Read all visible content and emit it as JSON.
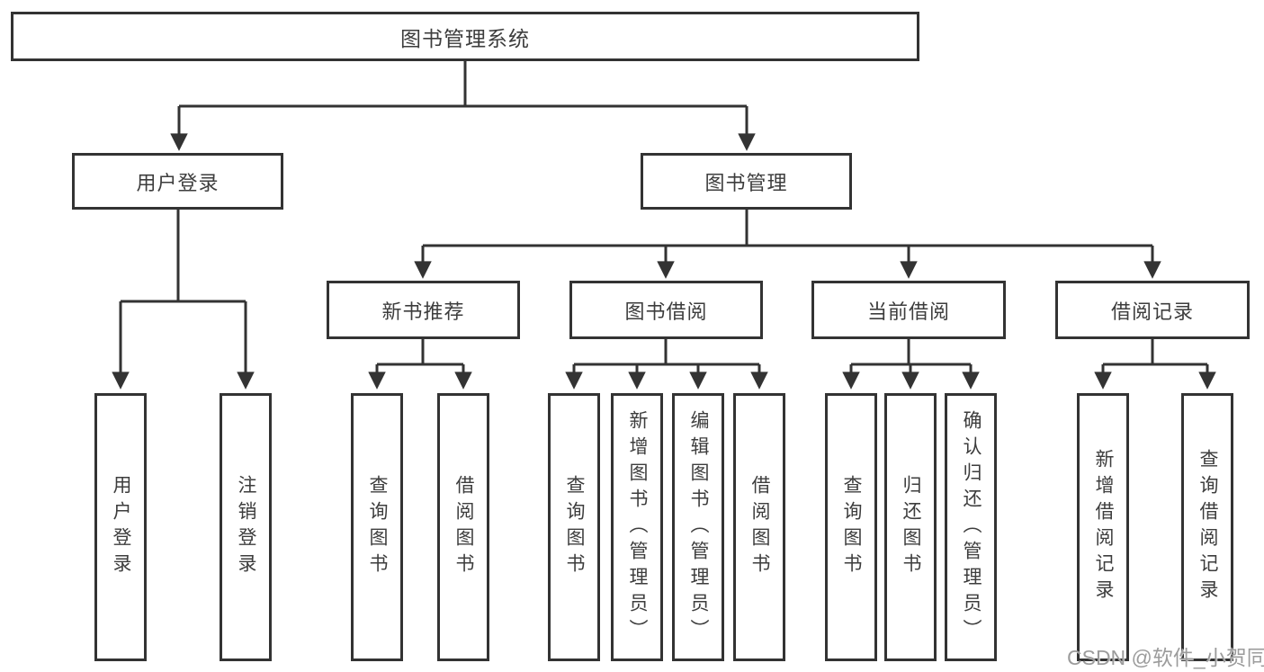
{
  "tree": {
    "label": "图书管理系统",
    "children": [
      {
        "label": "用户登录",
        "children": [
          {
            "label": "用户登录"
          },
          {
            "label": "注销登录"
          }
        ]
      },
      {
        "label": "图书管理",
        "children": [
          {
            "label": "新书推荐",
            "children": [
              {
                "label": "查询图书"
              },
              {
                "label": "借阅图书"
              }
            ]
          },
          {
            "label": "图书借阅",
            "children": [
              {
                "label": "查询图书"
              },
              {
                "label": "新增图书（管理员）"
              },
              {
                "label": "编辑图书（管理员）"
              },
              {
                "label": "借阅图书"
              }
            ]
          },
          {
            "label": "当前借阅",
            "children": [
              {
                "label": "查询图书"
              },
              {
                "label": "归还图书"
              },
              {
                "label": "确认归还（管理员）"
              }
            ]
          },
          {
            "label": "借阅记录",
            "children": [
              {
                "label": "新增借阅记录"
              },
              {
                "label": "查询借阅记录"
              }
            ]
          }
        ]
      }
    ]
  },
  "watermark": {
    "text": "CSDN @软件_小贺同学"
  },
  "style": {
    "line_color": "#333333",
    "box_border_color": "#333333",
    "text_color": "#3d3d3d",
    "watermark_color": "#9c9c9c",
    "background": "#ffffff"
  }
}
